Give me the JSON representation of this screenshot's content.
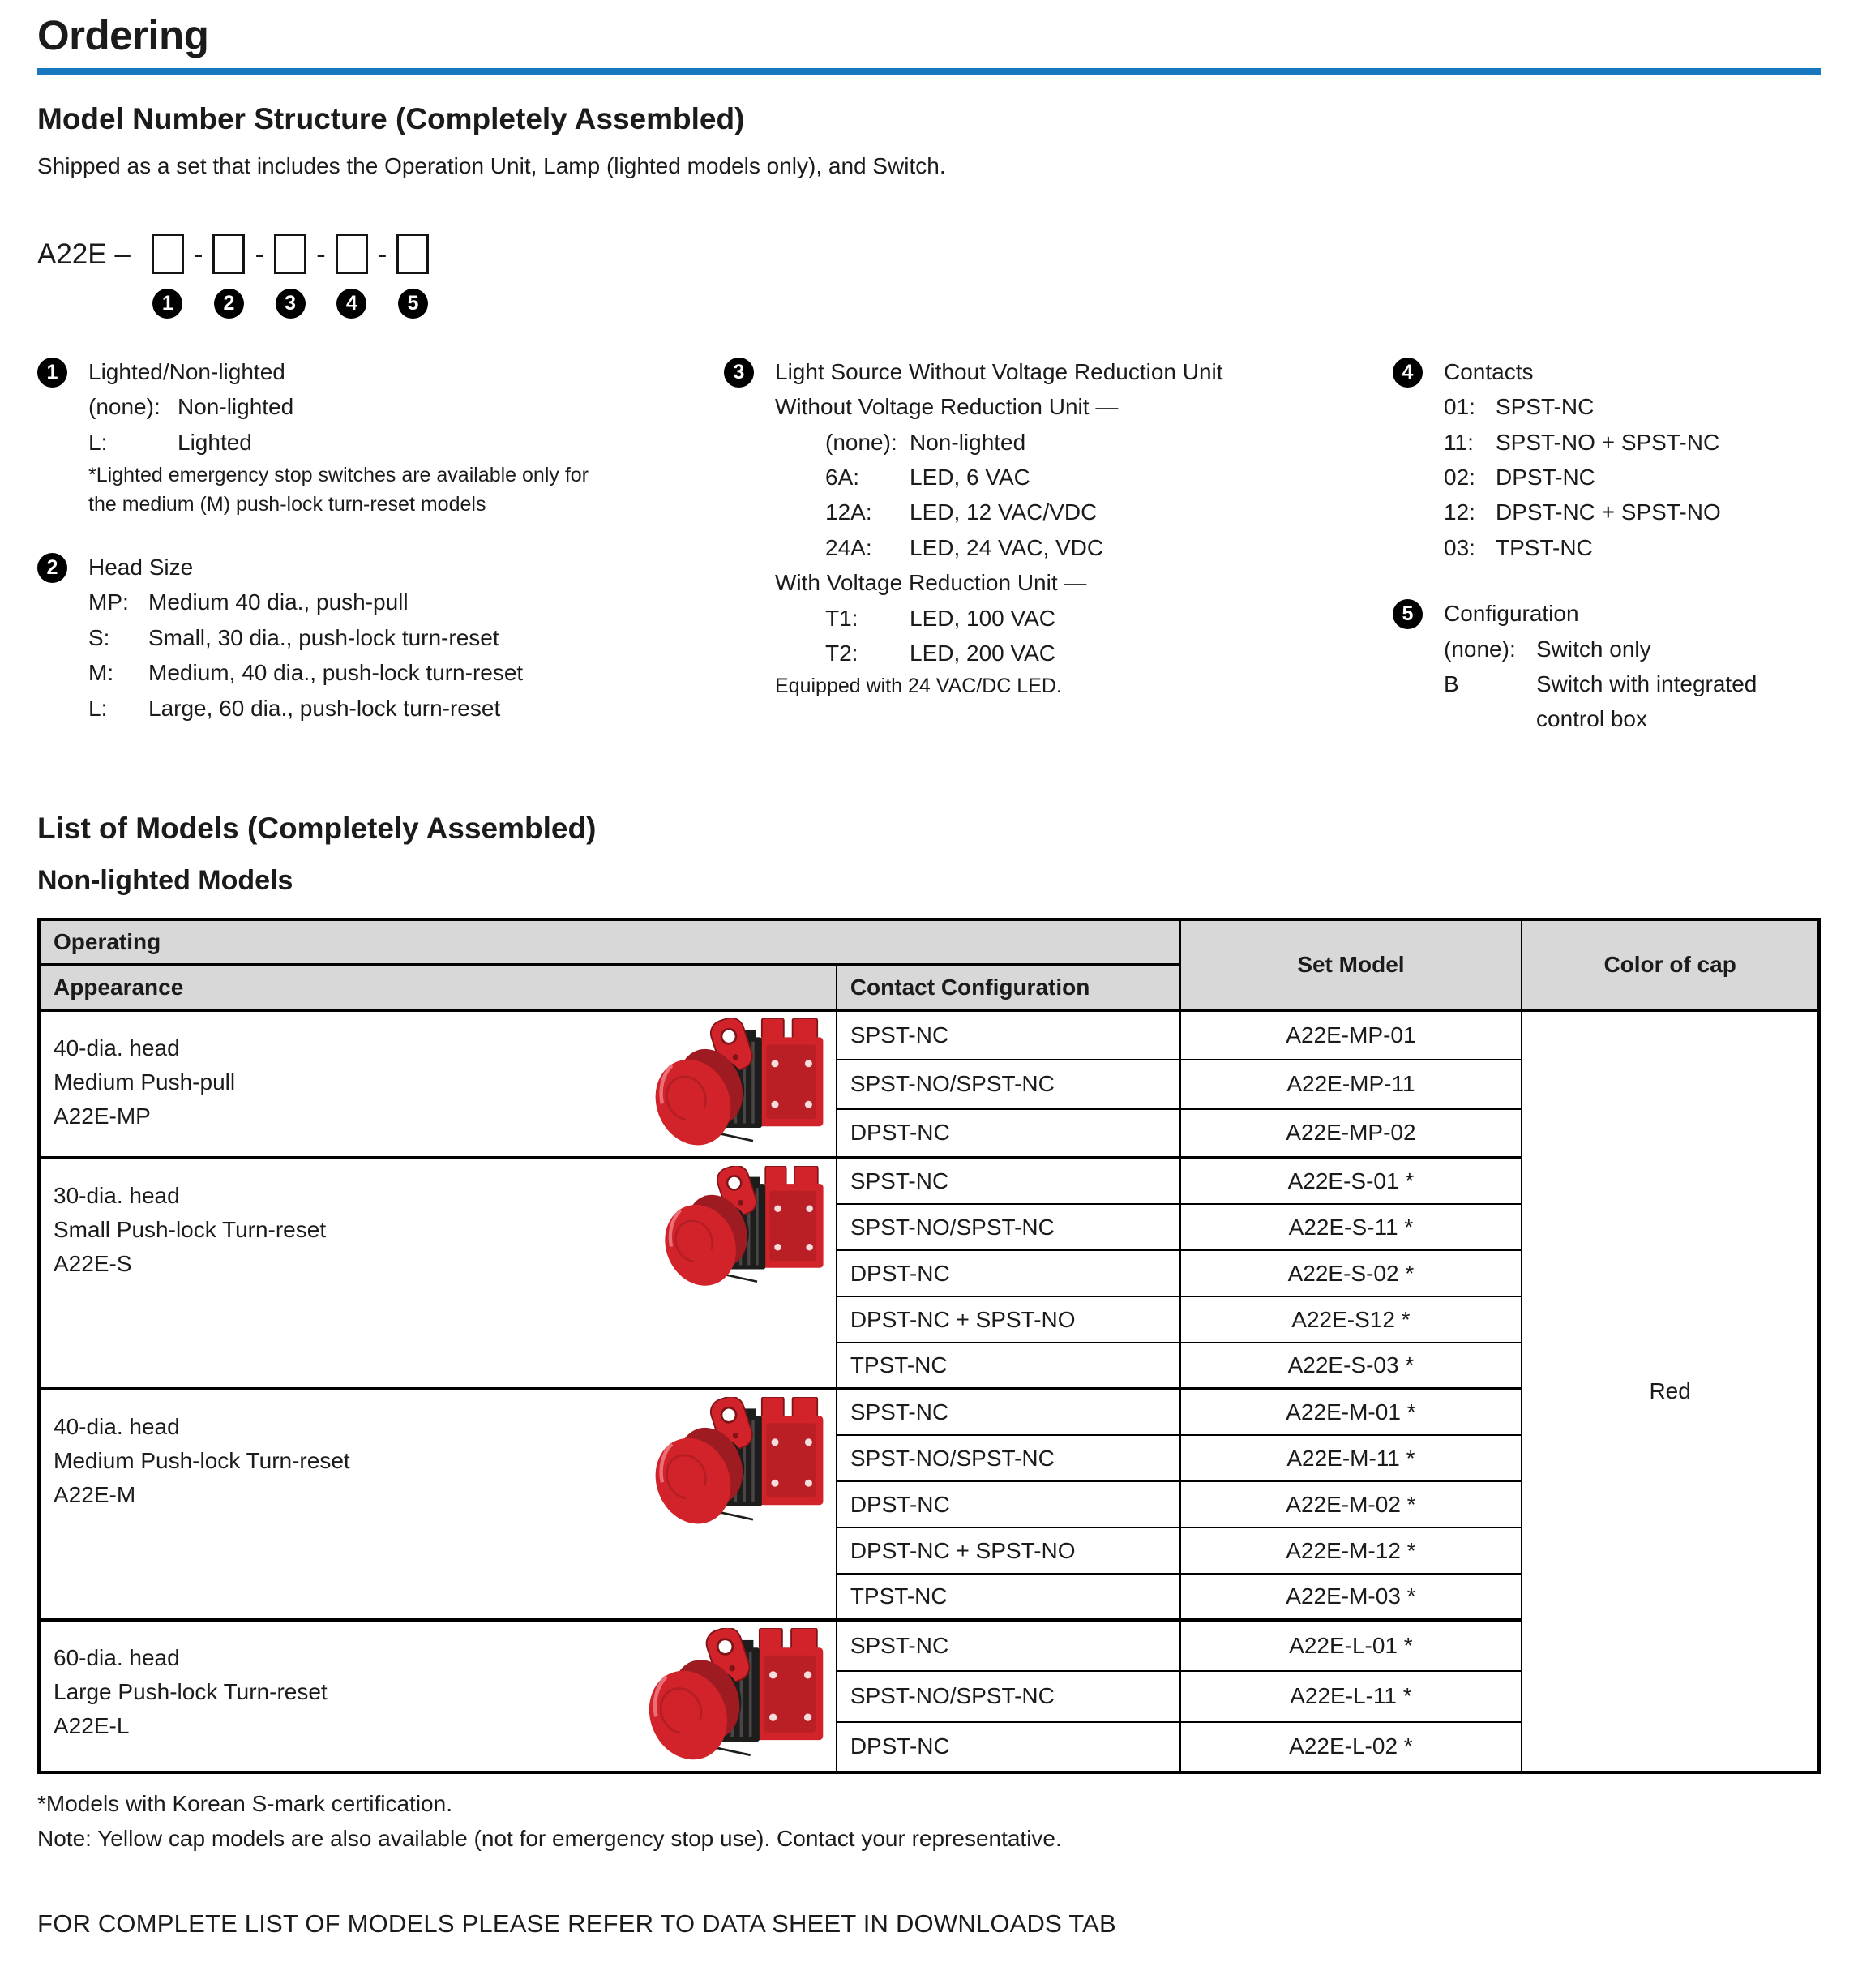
{
  "colors": {
    "accent_blue": "#1878be",
    "table_header_gray": "#d8d8d8",
    "cap_red": "#d2232a",
    "cap_dark_red": "#9e1b21",
    "switch_body_black": "#1d1d1b"
  },
  "page": {
    "title": "Ordering"
  },
  "model_structure": {
    "heading": "Model Number Structure (Completely Assembled)",
    "intro": "Shipped as a set that includes the Operation Unit, Lamp (lighted models only), and Switch.",
    "prefix": "A22E –",
    "separator": "-",
    "positions": [
      "1",
      "2",
      "3",
      "4",
      "5"
    ]
  },
  "spec": {
    "items": [
      {
        "number": "1",
        "title": "Lighted/Non-lighted",
        "entries": [
          {
            "code": "(none):",
            "desc": "Non-lighted"
          },
          {
            "code": "L:",
            "desc": "Lighted"
          }
        ],
        "note": "*Lighted emergency stop switches are available only for the medium (M) push-lock turn-reset models"
      },
      {
        "number": "2",
        "title": "Head Size",
        "entries": [
          {
            "code": "MP:",
            "desc": "Medium 40 dia., push-pull"
          },
          {
            "code": "S:",
            "desc": "Small, 30 dia., push-lock turn-reset"
          },
          {
            "code": "M:",
            "desc": "Medium, 40 dia., push-lock turn-reset"
          },
          {
            "code": "L:",
            "desc": "Large, 60 dia., push-lock turn-reset"
          }
        ]
      },
      {
        "number": "3",
        "title": "Light Source Without Voltage Reduction Unit",
        "groups": [
          {
            "label": "Without Voltage Reduction Unit —",
            "entries": [
              {
                "code": "(none):",
                "desc": "Non-lighted"
              },
              {
                "code": "6A:",
                "desc": "LED, 6 VAC"
              },
              {
                "code": "12A:",
                "desc": "LED, 12 VAC/VDC"
              },
              {
                "code": "24A:",
                "desc": "LED, 24 VAC, VDC"
              }
            ]
          },
          {
            "label": "With Voltage Reduction Unit —",
            "entries": [
              {
                "code": "T1:",
                "desc": "LED, 100 VAC"
              },
              {
                "code": "T2:",
                "desc": "LED, 200 VAC"
              }
            ]
          }
        ],
        "note": "Equipped with 24 VAC/DC LED."
      },
      {
        "number": "4",
        "title": "Contacts",
        "entries": [
          {
            "code": "01:",
            "desc": "SPST-NC"
          },
          {
            "code": "11:",
            "desc": "SPST-NO + SPST-NC"
          },
          {
            "code": "02:",
            "desc": "DPST-NC"
          },
          {
            "code": "12:",
            "desc": "DPST-NC + SPST-NO"
          },
          {
            "code": "03:",
            "desc": "TPST-NC"
          }
        ]
      },
      {
        "number": "5",
        "title": "Configuration",
        "entries": [
          {
            "code": "(none):",
            "desc": "Switch only"
          },
          {
            "code": "B",
            "desc": "Switch with integrated control box"
          }
        ]
      }
    ]
  },
  "models": {
    "heading": "List of Models (Completely Assembled)",
    "subheading": "Non-lighted Models",
    "header": {
      "operating": "Operating",
      "appearance": "Appearance",
      "contact": "Contact Configuration",
      "set_model": "Set Model",
      "cap": "Color of cap"
    },
    "cap_color": "Red",
    "groups": [
      {
        "appearance": [
          "40-dia. head",
          "Medium Push-pull",
          "A22E-MP"
        ],
        "rows": [
          {
            "contact": "SPST-NC",
            "model": "A22E-MP-01"
          },
          {
            "contact": "SPST-NO/SPST-NC",
            "model": "A22E-MP-11"
          },
          {
            "contact": "DPST-NC",
            "model": "A22E-MP-02"
          }
        ]
      },
      {
        "appearance": [
          "30-dia. head",
          "Small Push-lock Turn-reset",
          "A22E-S"
        ],
        "rows": [
          {
            "contact": "SPST-NC",
            "model": "A22E-S-01 *"
          },
          {
            "contact": "SPST-NO/SPST-NC",
            "model": "A22E-S-11 *"
          },
          {
            "contact": "DPST-NC",
            "model": "A22E-S-02 *"
          },
          {
            "contact": "DPST-NC + SPST-NO",
            "model": "A22E-S12 *"
          },
          {
            "contact": "TPST-NC",
            "model": "A22E-S-03 *"
          }
        ]
      },
      {
        "appearance": [
          "40-dia. head",
          "Medium Push-lock Turn-reset",
          "A22E-M"
        ],
        "rows": [
          {
            "contact": "SPST-NC",
            "model": "A22E-M-01 *"
          },
          {
            "contact": "SPST-NO/SPST-NC",
            "model": "A22E-M-11 *"
          },
          {
            "contact": "DPST-NC",
            "model": "A22E-M-02 *"
          },
          {
            "contact": "DPST-NC + SPST-NO",
            "model": "A22E-M-12 *"
          },
          {
            "contact": "TPST-NC",
            "model": "A22E-M-03 *"
          }
        ]
      },
      {
        "appearance": [
          "60-dia. head",
          "Large Push-lock Turn-reset",
          "A22E-L"
        ],
        "rows": [
          {
            "contact": "SPST-NC",
            "model": "A22E-L-01 *"
          },
          {
            "contact": "SPST-NO/SPST-NC",
            "model": "A22E-L-11 *"
          },
          {
            "contact": "DPST-NC",
            "model": "A22E-L-02 *"
          }
        ]
      }
    ],
    "footnotes": [
      "*Models with Korean S-mark certification.",
      "Note: Yellow cap models are also available (not for emergency stop use). Contact your representative."
    ]
  },
  "footer": {
    "notice": "FOR COMPLETE LIST OF MODELS PLEASE REFER TO DATA SHEET IN DOWNLOADS TAB"
  }
}
